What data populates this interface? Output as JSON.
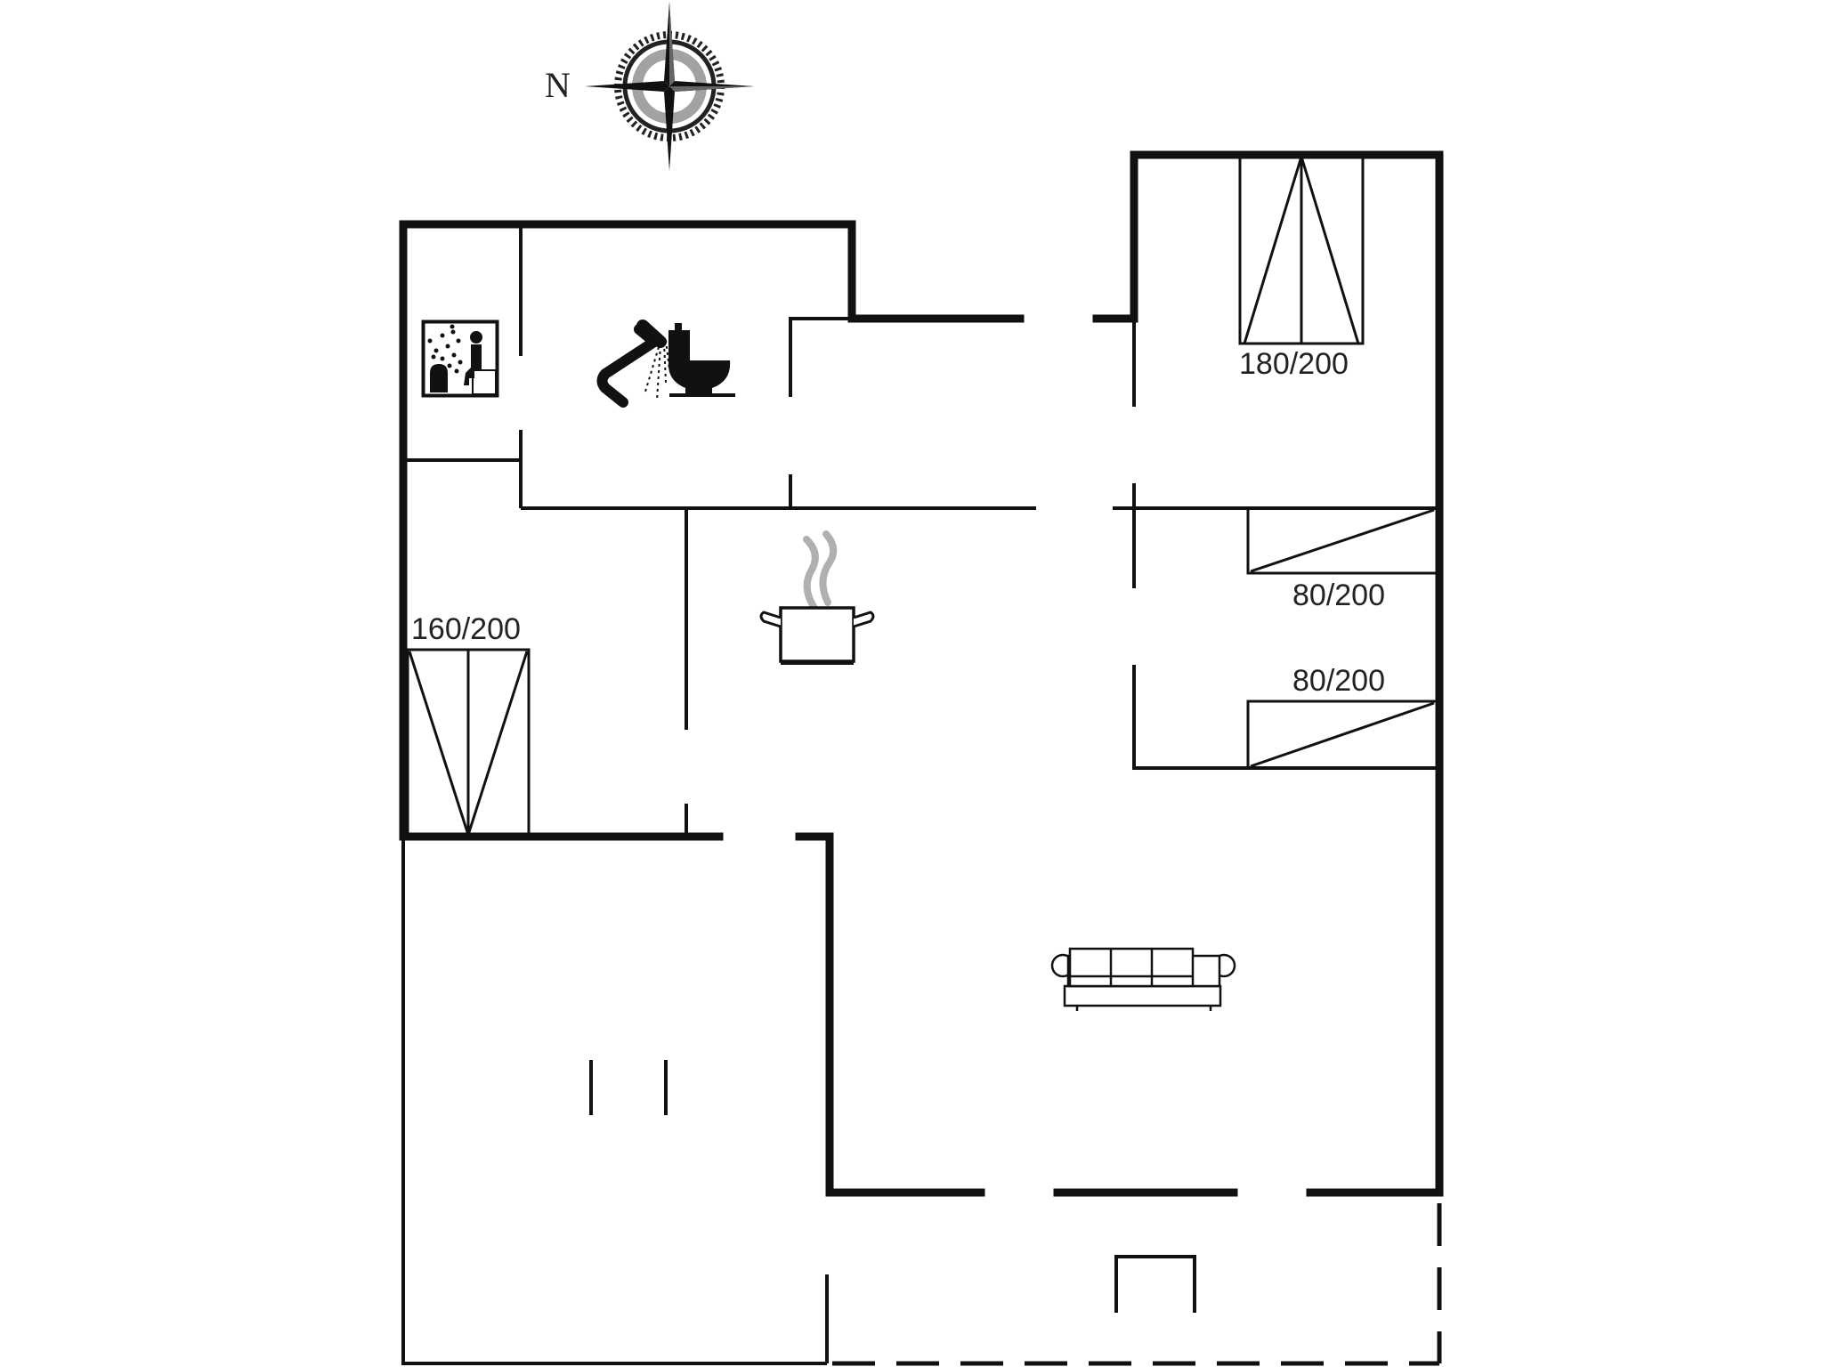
{
  "title": "Floor plan",
  "compass": {
    "north_label": "N",
    "icon": "compass-rose-icon"
  },
  "colors": {
    "wall": "#111111",
    "furniture": "#111111",
    "label": "#222222",
    "steam": "#b0b0b0",
    "background": "#ffffff"
  },
  "rooms": [
    {
      "name": "sauna",
      "icon": "sauna-icon"
    },
    {
      "name": "bathroom",
      "icons": [
        "shower-icon",
        "toilet-icon"
      ]
    },
    {
      "name": "bedroom-double-top-right",
      "bed_label": "180/200"
    },
    {
      "name": "bedroom-bunks-right",
      "bed_labels": [
        "80/200",
        "80/200"
      ]
    },
    {
      "name": "bedroom-left",
      "bed_label": "160/200"
    },
    {
      "name": "kitchen",
      "icon": "cooking-pot-icon"
    },
    {
      "name": "living-room",
      "icon": "sofa-icon"
    },
    {
      "name": "annex-lower-left"
    },
    {
      "name": "terrace"
    }
  ],
  "beds": {
    "bed_180": "180/200",
    "bunk_1": "80/200",
    "bunk_2": "80/200",
    "bed_160": "160/200"
  }
}
